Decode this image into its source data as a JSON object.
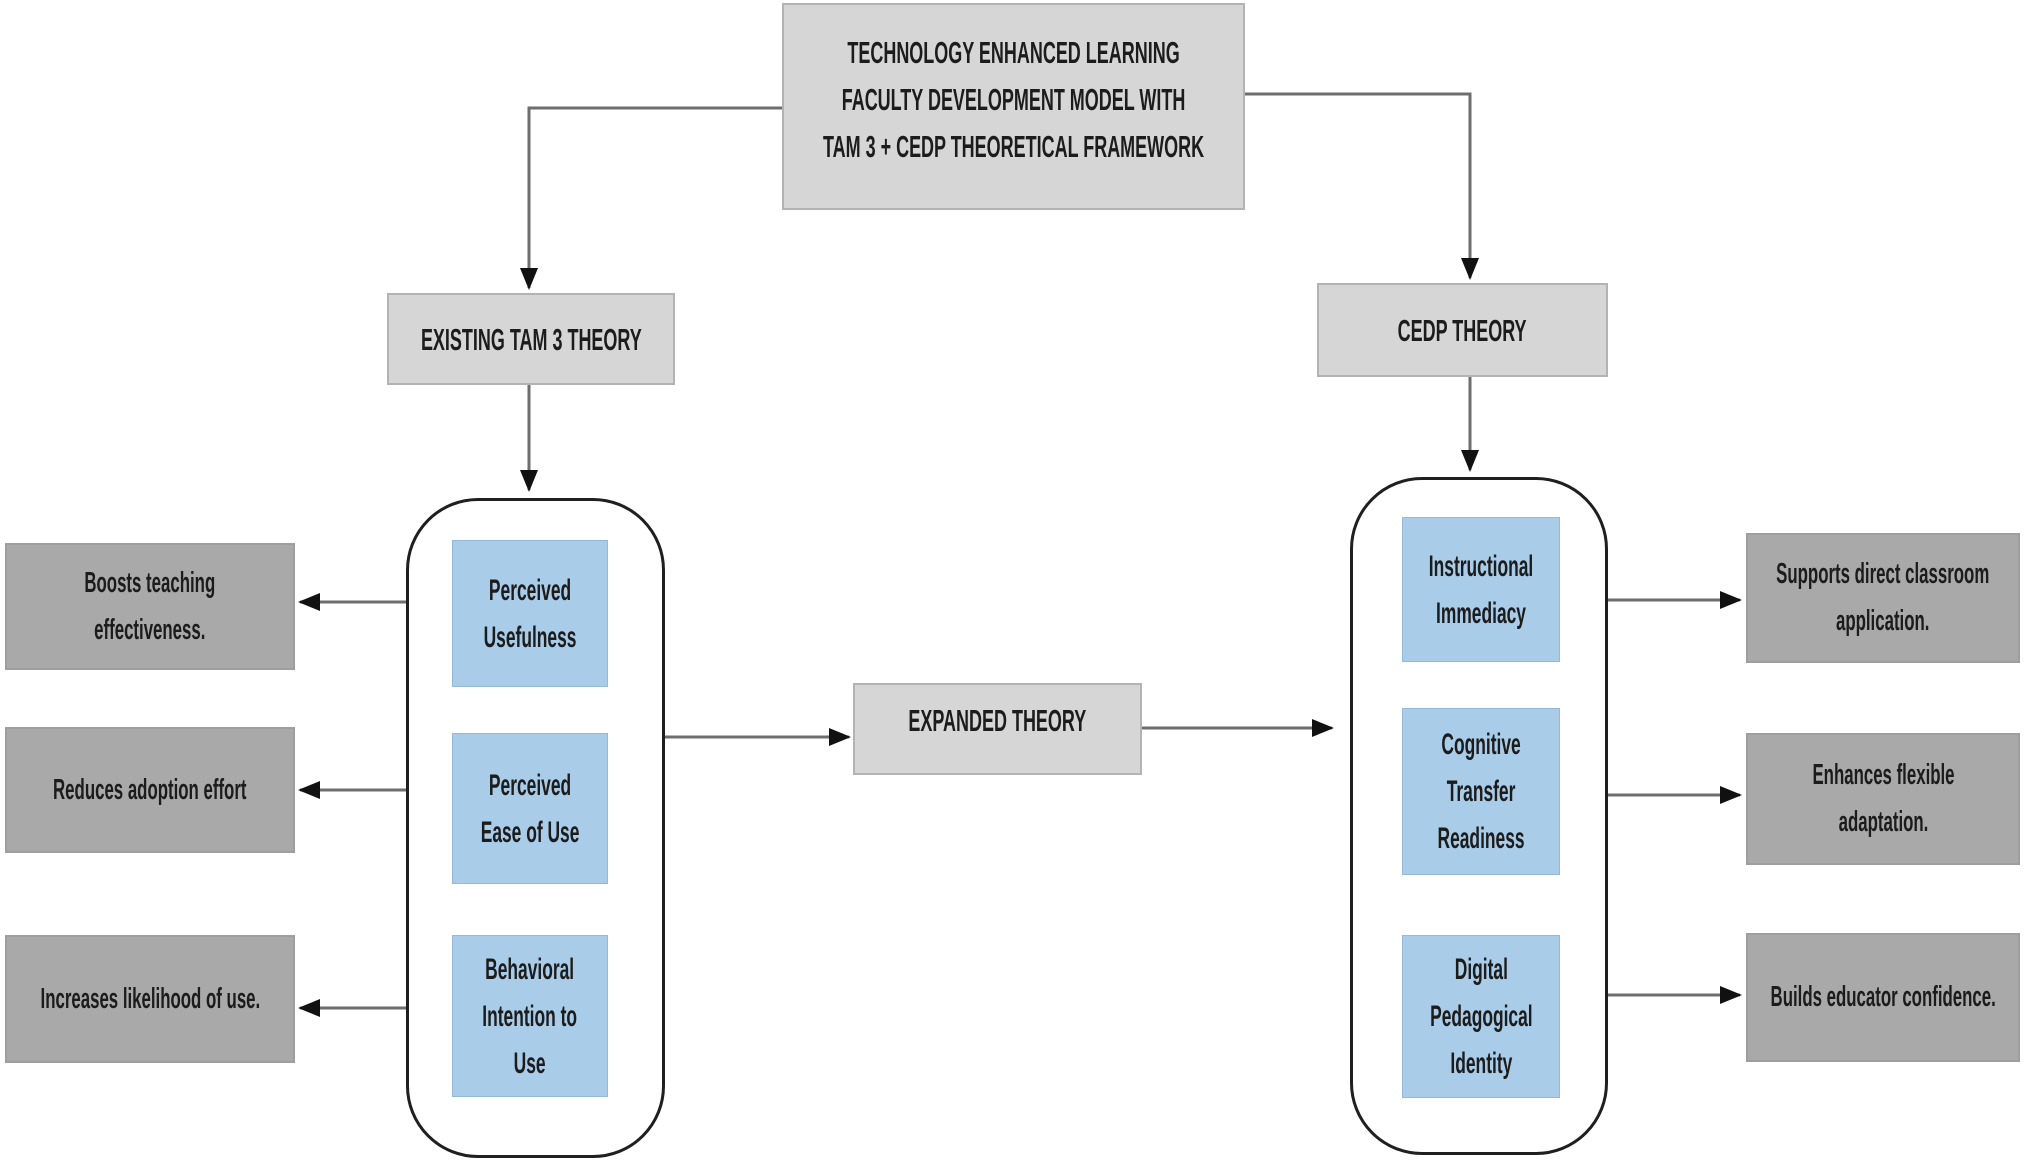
{
  "diagram": {
    "title": {
      "lines": [
        "TECHNOLOGY ENHANCED LEARNING",
        "FACULTY DEVELOPMENT MODEL WITH",
        "TAM 3 + CEDP THEORETICAL FRAMEWORK"
      ]
    },
    "expanded_label": "EXPANDED THEORY",
    "left": {
      "header": "EXISTING TAM 3 THEORY",
      "constructs": [
        {
          "name": "perceived-usefulness",
          "lines": [
            "Perceived",
            "Usefulness"
          ]
        },
        {
          "name": "perceived-ease-of-use",
          "lines": [
            "Perceived",
            "Ease of Use"
          ]
        },
        {
          "name": "behavioral-intention-to-use",
          "lines": [
            "Behavioral",
            "Intention to",
            "Use"
          ]
        }
      ],
      "outcomes": [
        {
          "name": "boosts-teaching-effectiveness",
          "lines": [
            "Boosts teaching",
            "effectiveness."
          ]
        },
        {
          "name": "reduces-adoption-effort",
          "lines": [
            "Reduces adoption effort"
          ]
        },
        {
          "name": "increases-likelihood-of-use",
          "lines": [
            "Increases likelihood of use."
          ]
        }
      ]
    },
    "right": {
      "header": "CEDP THEORY",
      "constructs": [
        {
          "name": "instructional-immediacy",
          "lines": [
            "Instructional",
            "Immediacy"
          ]
        },
        {
          "name": "cognitive-transfer-readiness",
          "lines": [
            "Cognitive",
            "Transfer",
            "Readiness"
          ]
        },
        {
          "name": "digital-pedagogical-identity",
          "lines": [
            "Digital",
            "Pedagogical",
            "Identity"
          ]
        }
      ],
      "outcomes": [
        {
          "name": "supports-direct-classroom-application",
          "lines": [
            "Supports direct classroom",
            "application."
          ]
        },
        {
          "name": "enhances-flexible-adaptation",
          "lines": [
            "Enhances flexible",
            "adaptation."
          ]
        },
        {
          "name": "builds-educator-confidence",
          "lines": [
            "Builds educator confidence."
          ]
        }
      ]
    },
    "colors": {
      "light_gray_box": "#d6d6d6",
      "dark_gray_box": "#a9a9a9",
      "blue_box": "#a9cce9",
      "container_border": "#1f1f1f",
      "connector": "#6e6e6e",
      "arrowhead": "#111111",
      "text": "#1c1c1c"
    }
  }
}
